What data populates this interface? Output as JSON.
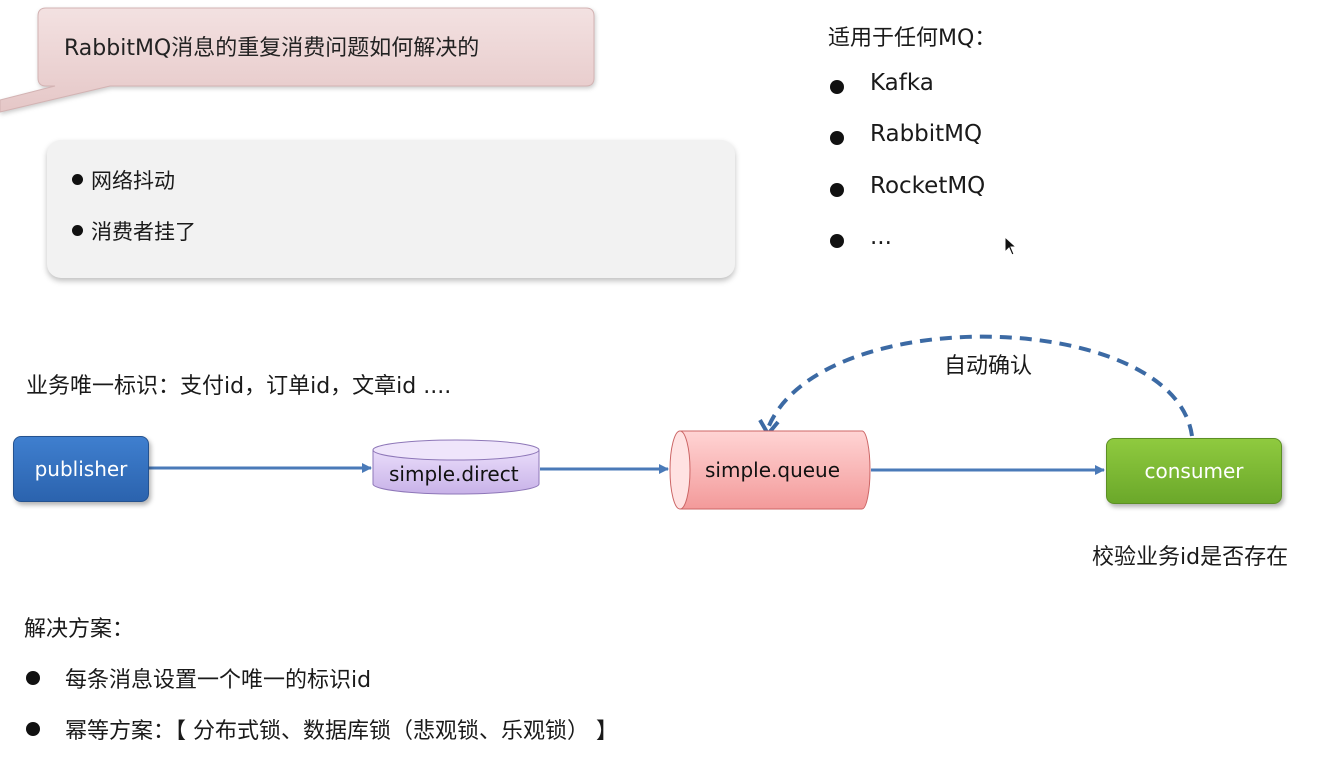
{
  "title": "RabbitMQ消息的重复消费问题如何解决的",
  "reasons": [
    "网络抖动",
    "消费者挂了"
  ],
  "applicable": {
    "heading": "适用于任何MQ：",
    "items": [
      "Kafka",
      "RabbitMQ",
      "RocketMQ",
      "..."
    ]
  },
  "diagram": {
    "id_note": "业务唯一标识：支付id，订单id，文章id ....",
    "publisher": "publisher",
    "exchange": "simple.direct",
    "queue": "simple.queue",
    "consumer": "consumer",
    "ack_label": "自动确认",
    "verify_label": "校验业务id是否存在",
    "colors": {
      "publisher": "#2f6bbd",
      "exchange": "#d9c8f0",
      "queue": "#f9b6b6",
      "consumer": "#7ab734",
      "arrow": "#4a7ab8"
    }
  },
  "solutions": {
    "heading": "解决方案：",
    "items": [
      "每条消息设置一个唯一的标识id",
      "幂等方案：【 分布式锁、数据库锁（悲观锁、乐观锁） 】"
    ]
  }
}
